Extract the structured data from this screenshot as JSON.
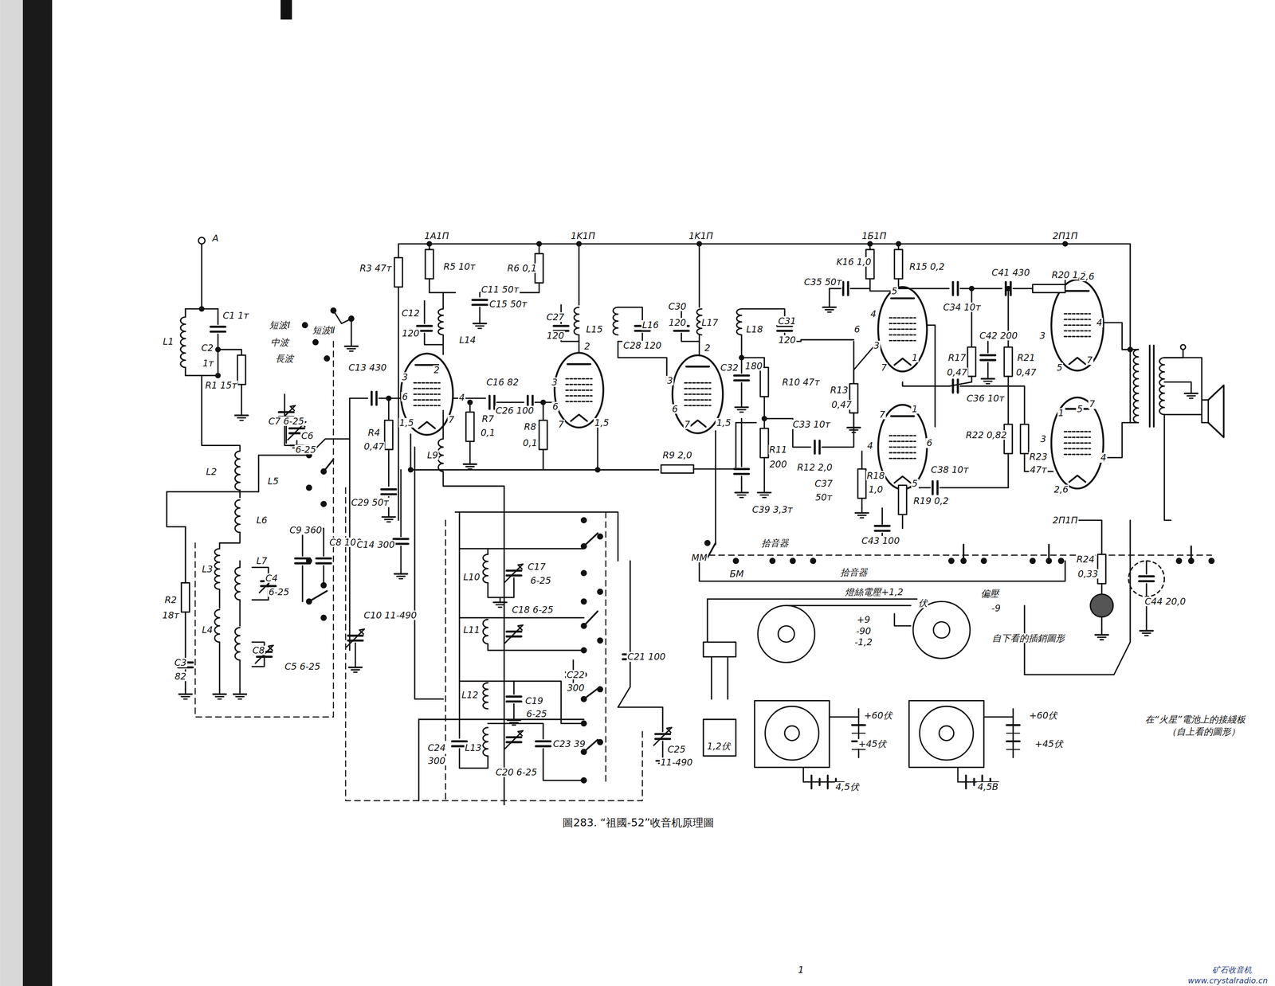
{
  "diagram": {
    "caption": "圖283. “祖國-52”收音机原理圖",
    "labels": [
      "A",
      "短波Ⅱ",
      "短波Ⅰ",
      "中波",
      "長波",
      "L1",
      "C1 1т",
      "C2",
      "1т",
      "R1 15т",
      "C7 6-25",
      "C6",
      "6-25",
      "L2",
      "L5",
      "L6",
      "C9 360",
      "C8 100",
      "L3",
      "L7",
      "C4",
      "6-25",
      "R2",
      "18т",
      "L4",
      "C8",
      "C5 6-25",
      "C3",
      "82",
      "C10 11-490",
      "C13 430",
      "R4",
      "0,47",
      "C29 50т",
      "C14 300",
      "R3 47т",
      "R5 10т",
      "1A1П",
      "1K1П",
      "1K1П",
      "1Б1П",
      "2П1П",
      "R6 0,1",
      "C11 50т",
      "C15 50т",
      "C12",
      "120",
      "L14",
      "C16 82",
      "C27",
      "120",
      "L15",
      "L16",
      "C28 120",
      "C26 100",
      "R7",
      "0,1",
      "R8",
      "0,1",
      "L9",
      "R9 2,0",
      "C30",
      "120",
      "L17",
      "L18",
      "C31",
      "120",
      "C32",
      "180",
      "R10 47т",
      "C33 10т",
      "R11",
      "200",
      "R12 2,0",
      "C39 3,3т",
      "C37",
      "50т",
      "R13",
      "0,47",
      "K16 1,0",
      "R15 0,2",
      "C35 50т",
      "C34 10т",
      "C41 430",
      "R20 1,0",
      "C42 200",
      "R17",
      "0,47",
      "R21",
      "0,47",
      "C36 10т",
      "R22 0,82",
      "R23",
      "47т",
      "C38 10т",
      "R18",
      "1,0",
      "R19 0,2",
      "C43 100",
      "2П1П",
      "拾音器",
      "拾音器",
      "MM",
      "БМ",
      "燈絲電壓+1,2",
      "伏",
      "偏壓",
      "-9",
      "+9",
      "-90",
      "-1,2",
      "自下看的插銷圖形",
      "R24",
      "0,33",
      "C44 20,0",
      "在“火星”電池上的接綫板",
      "（自上看的圖形）",
      "+60伏",
      "+45伏",
      "+60伏",
      "+45伏",
      "4,5伏",
      "4,5В",
      "1,2伏",
      "L10",
      "C17",
      "6-25",
      "L11",
      "C18 6-25",
      "L12",
      "C19",
      "6-25",
      "L13",
      "C20 6-25",
      "C24",
      "300",
      "C22",
      "300",
      "C23 39",
      "C21 100",
      "C25",
      "11-490",
      "矿石收音机",
      "www.crystalradio.cn",
      "1",
      "3",
      "6",
      "2",
      "1,5",
      "4",
      "7",
      "2",
      "3",
      "6",
      "7",
      "1,5",
      "2",
      "3",
      "6",
      "7",
      "1,5",
      "5",
      "4",
      "6",
      "3",
      "7",
      "1",
      "1",
      "7",
      "4",
      "6",
      "5",
      "2,6",
      "3",
      "4",
      "7",
      "5",
      "7",
      "5",
      "1",
      "3",
      "4",
      "2,6"
    ]
  }
}
